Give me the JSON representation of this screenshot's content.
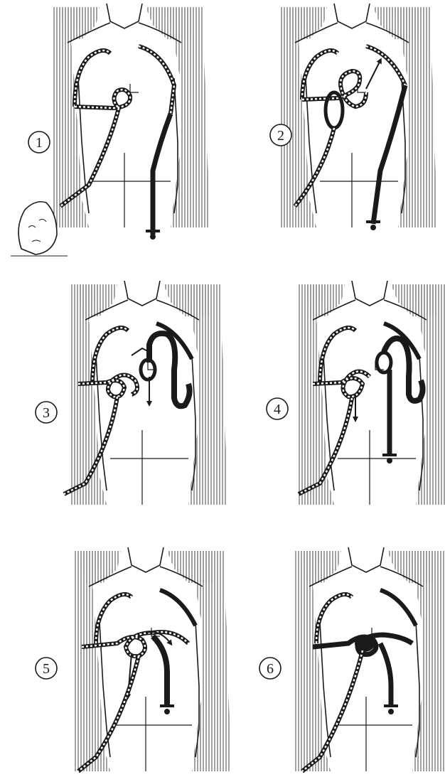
{
  "figure": {
    "steps": [
      {
        "label": "1"
      },
      {
        "label": "2"
      },
      {
        "label": "3"
      },
      {
        "label": "4"
      },
      {
        "label": "5"
      },
      {
        "label": "6"
      }
    ]
  },
  "colors": {
    "ink": "#1a1a1a",
    "hatch": "#555555",
    "paper": "#ffffff"
  }
}
